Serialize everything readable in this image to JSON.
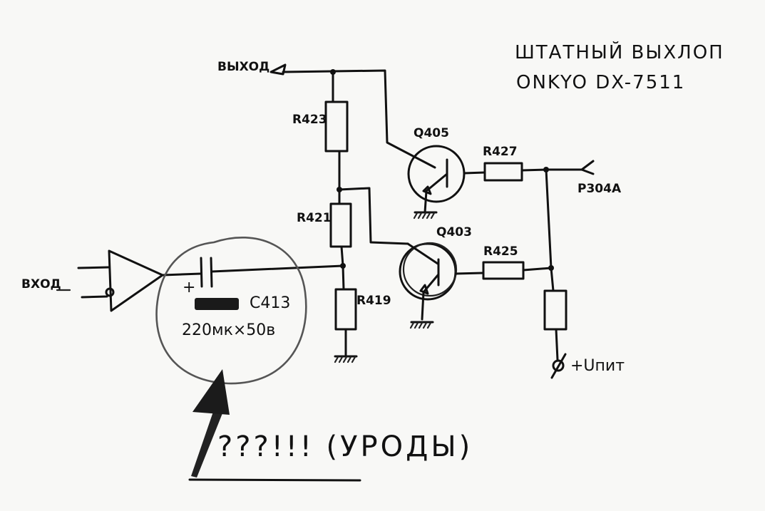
{
  "title": {
    "line1": "ШТАТНЫЙ ВЫХЛОП",
    "line2": "ONKYO DX-7511"
  },
  "ports": {
    "output": "ВЫХОД",
    "input": "ВХОД",
    "connector": "P304A",
    "supply": "+Uпит"
  },
  "components": {
    "r423": "R423",
    "r421": "R421",
    "r419": "R419",
    "r427": "R427",
    "r425": "R425",
    "q405": "Q405",
    "q403": "Q403",
    "cap_ref": "C413",
    "cap_value": "220мк×50в",
    "cap_plus": "+"
  },
  "annotation": {
    "text": "???!!! (УРОДЫ)"
  },
  "colors": {
    "ink": "#111111",
    "paper": "#f8f8f6",
    "marker": "#555555"
  }
}
